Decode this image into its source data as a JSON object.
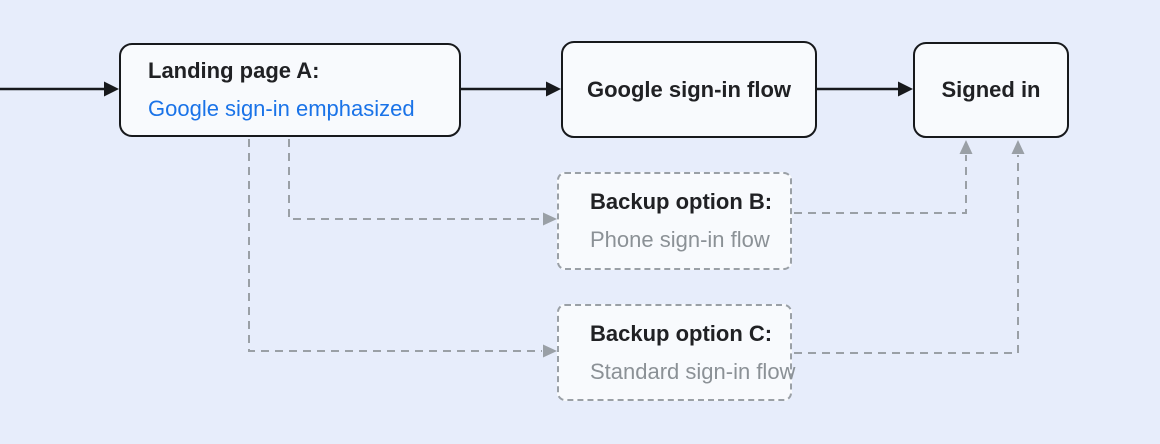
{
  "colors": {
    "bg": "#e7edfb",
    "node-fill": "#f8fafd",
    "node-border": "#17191c",
    "arrow-black": "#17191c",
    "dash-gray": "#9aa0a6",
    "text-dark": "#202124",
    "text-blue": "#1a73e8",
    "text-gray": "#8b9196"
  },
  "chart_data": {
    "type": "flow-diagram",
    "nodes": [
      {
        "id": "landing-page-a",
        "title": "Landing page A:",
        "subtitle": "Google sign-in emphasized",
        "style": "solid"
      },
      {
        "id": "google-sign-in-flow",
        "title": "Google sign-in flow",
        "subtitle": "",
        "style": "solid"
      },
      {
        "id": "signed-in",
        "title": "Signed in",
        "subtitle": "",
        "style": "solid"
      },
      {
        "id": "backup-option-b",
        "title": "Backup option B:",
        "subtitle": "Phone sign-in flow",
        "style": "dashed"
      },
      {
        "id": "backup-option-c",
        "title": "Backup option C:",
        "subtitle": "Standard sign-in flow",
        "style": "dashed"
      }
    ],
    "edges": [
      {
        "from": "start",
        "to": "landing-page-a",
        "style": "solid"
      },
      {
        "from": "landing-page-a",
        "to": "google-sign-in-flow",
        "style": "solid"
      },
      {
        "from": "google-sign-in-flow",
        "to": "signed-in",
        "style": "solid"
      },
      {
        "from": "landing-page-a",
        "to": "backup-option-b",
        "style": "dashed"
      },
      {
        "from": "landing-page-a",
        "to": "backup-option-c",
        "style": "dashed"
      },
      {
        "from": "backup-option-b",
        "to": "signed-in",
        "style": "dashed"
      },
      {
        "from": "backup-option-c",
        "to": "signed-in",
        "style": "dashed"
      }
    ]
  },
  "nodes": [
    {
      "title": "Landing page A:",
      "subtitle": "Google sign-in emphasized"
    },
    {
      "title": "Google sign-in flow"
    },
    {
      "title": "Signed in"
    },
    {
      "title": "Backup option B:",
      "subtitle": "Phone sign-in flow"
    },
    {
      "title": "Backup option C:",
      "subtitle": "Standard sign-in flow"
    }
  ]
}
